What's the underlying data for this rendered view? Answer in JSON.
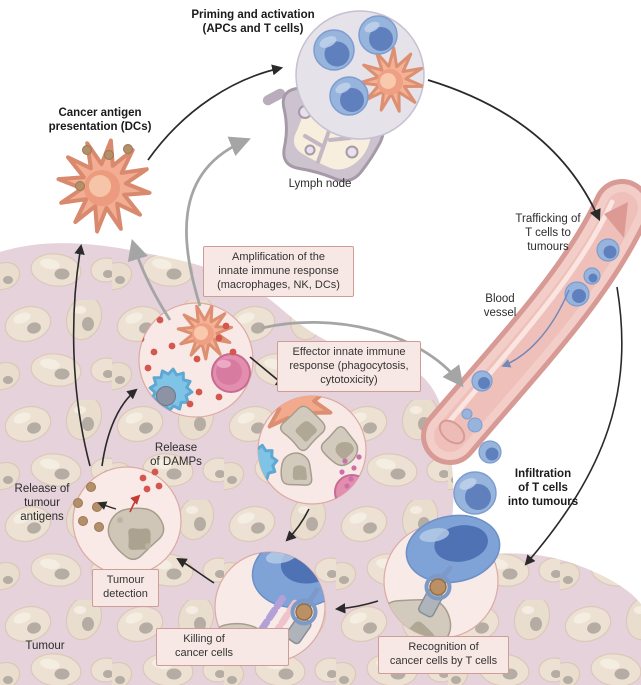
{
  "labels": {
    "priming": "Priming and activation\n(APCs and T cells)",
    "cancer_antigen": "Cancer antigen\npresentation (DCs)",
    "lymph_node": "Lymph node",
    "trafficking": "Trafficking of\nT cells to\ntumours",
    "blood_vessel": "Blood\nvessel",
    "infiltration": "Infiltration\nof T cells\ninto tumours",
    "release_damps": "Release\nof DAMPs",
    "release_antigens": "Release of\ntumour\nantigens",
    "tumour": "Tumour"
  },
  "boxes": {
    "amplification": "Amplification of the\ninnate immune response\n(macrophages, NK, DCs)",
    "effector": "Effector innate immune\nresponse (phagocytosis,\ncytotoxicity)",
    "tumour_detection": "Tumour\ndetection",
    "killing": "Killing of\ncancer cells",
    "recognition": "Recognition of\ncancer cells by T cells"
  },
  "colors": {
    "box_fill": "#f8e8e5",
    "box_border": "#cf9d97",
    "arrow_black": "#2a2a2a",
    "arrow_gray": "#a5a5a5",
    "t_cell_blue": "#93b1da",
    "dendritic_orange": "#f3ac8f",
    "tissue_pink": "#e6d2da",
    "vessel_pink": "#eab4b0",
    "damp_red": "#d4574e",
    "antigen_brown": "#b4906a"
  }
}
